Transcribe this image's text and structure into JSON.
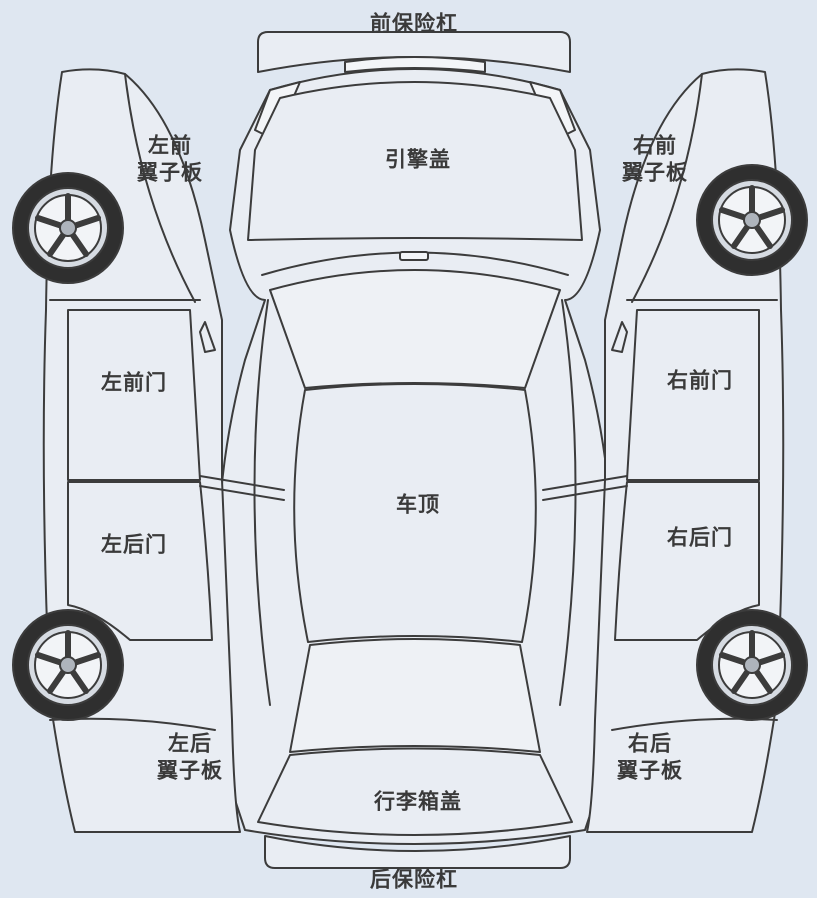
{
  "labels": {
    "front_bumper": "前保险杠",
    "rear_bumper": "后保险杠",
    "hood": "引擎盖",
    "roof": "车顶",
    "trunk": "行李箱盖",
    "left_front_fender": [
      "左前",
      "翼子板"
    ],
    "right_front_fender": [
      "右前",
      "翼子板"
    ],
    "left_front_door": "左前门",
    "left_rear_door": "左后门",
    "right_front_door": "右前门",
    "right_rear_door": "右后门",
    "left_rear_fender": [
      "左后",
      "翼子板"
    ],
    "right_rear_fender": [
      "右后",
      "翼子板"
    ]
  },
  "colors": {
    "background": "#dfe7f1",
    "panel": "#e9edf3",
    "line": "#3c3c3c",
    "text": "#3a3a3a"
  }
}
